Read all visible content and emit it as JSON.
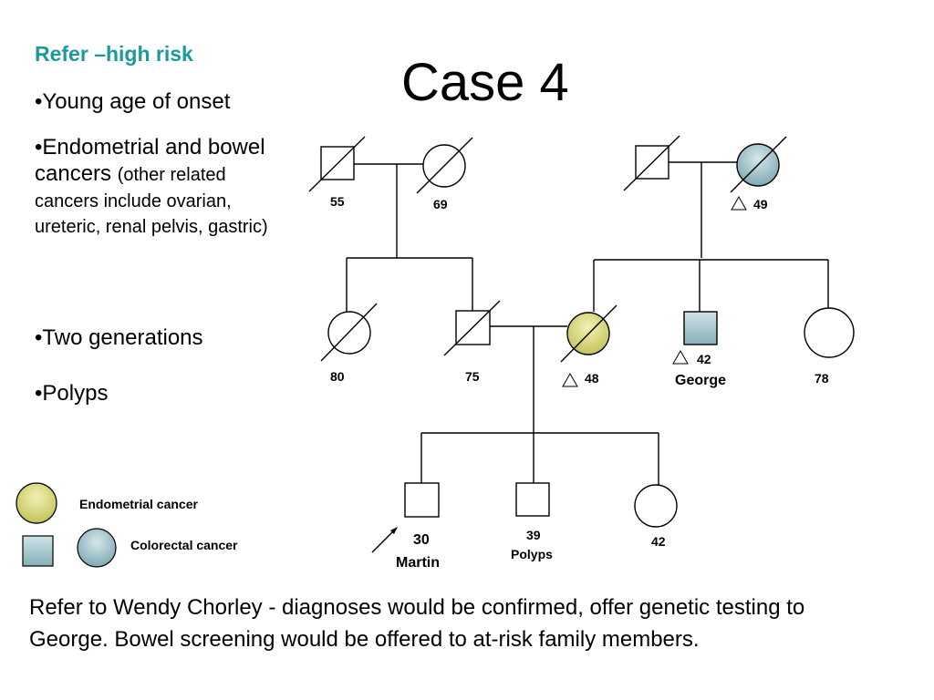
{
  "slide": {
    "title": "Case 4",
    "heading": "Refer –high risk",
    "bullets": {
      "b1": "•Young age of onset",
      "b2_main": "•Endometrial and bowel cancers",
      "b2_small": "(other related cancers include ovarian, ureteric, renal pelvis, gastric)",
      "b3": "•Two generations",
      "b4": "•Polyps"
    },
    "footer": "Refer to Wendy Chorley - diagnoses would be confirmed, offer genetic testing to George.  Bowel screening would be offered to at-risk family members."
  },
  "pedigree": {
    "gen1_left_male": {
      "age": "55"
    },
    "gen1_left_female": {
      "age": "69"
    },
    "gen1_right_male": {},
    "gen1_right_female": {
      "age": "49",
      "condition": "Colorectal cancer"
    },
    "gen2_aunt": {
      "age": "80"
    },
    "gen2_father": {
      "age": "75"
    },
    "gen2_mother": {
      "age": "48",
      "condition": "Endometrial cancer"
    },
    "gen2_george": {
      "age": "42",
      "name": "George",
      "condition": "Colorectal cancer"
    },
    "gen2_aunt_right": {
      "age": "78"
    },
    "gen3_martin": {
      "age": "30",
      "name": "Martin"
    },
    "gen3_brother": {
      "age": "39",
      "note": "Polyps"
    },
    "gen3_sister": {
      "age": "42"
    }
  },
  "legend": {
    "endometrial": "Endometrial cancer",
    "colorectal": "Colorectal cancer"
  },
  "colors": {
    "heading": "#1a9a9a",
    "endometrial_fill": "#d8d67a",
    "colorectal_fill": "#9fc4cc"
  }
}
